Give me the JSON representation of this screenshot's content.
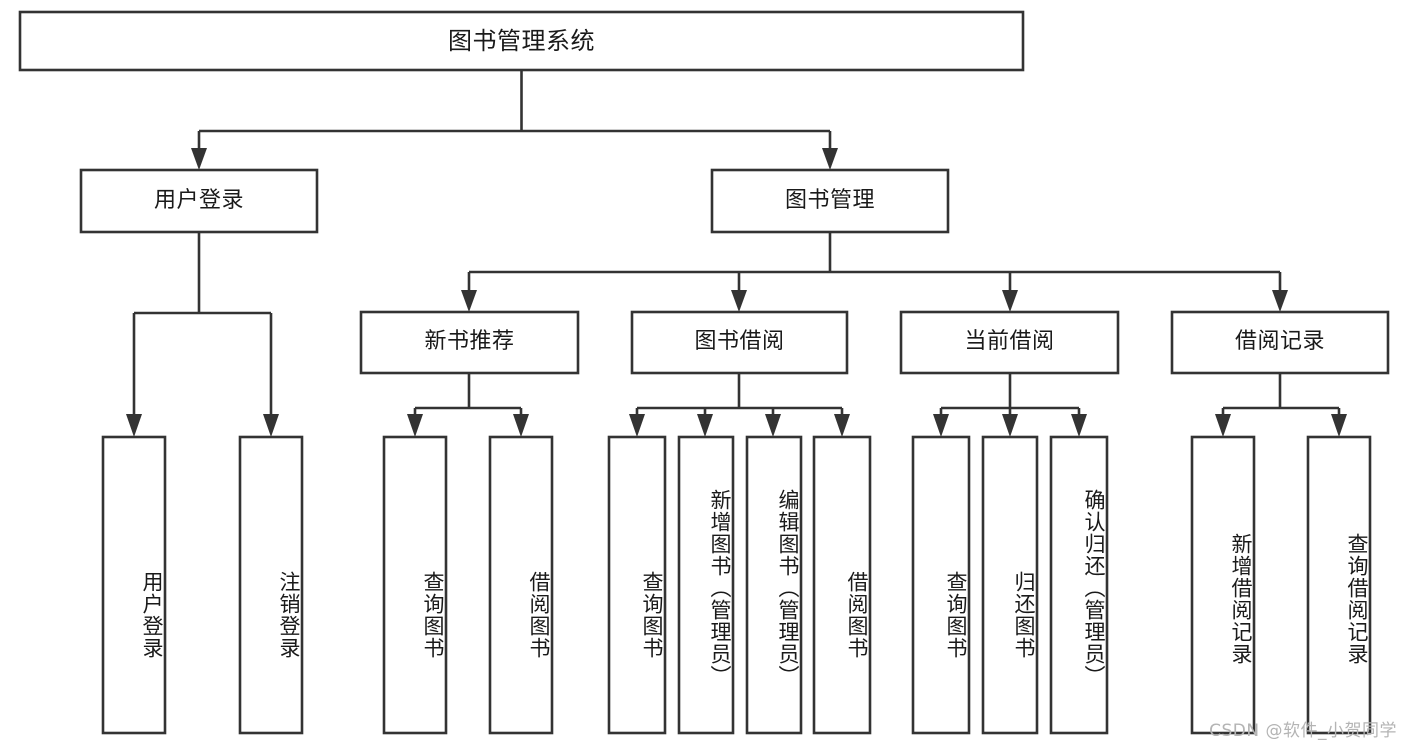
{
  "diagram": {
    "type": "tree-hierarchy",
    "title": "图书管理系统",
    "watermark": "CSDN @软件_小贺同学",
    "colors": {
      "box_stroke": "#333333",
      "box_fill": "#ffffff",
      "text": "#1a1a1a",
      "background": "#ffffff",
      "watermark": "#b4b4b4"
    },
    "levels": {
      "root": {
        "label": "图书管理系统"
      },
      "level2": [
        {
          "label": "用户登录"
        },
        {
          "label": "图书管理"
        }
      ],
      "level3": [
        {
          "label": "新书推荐"
        },
        {
          "label": "图书借阅"
        },
        {
          "label": "当前借阅"
        },
        {
          "label": "借阅记录"
        }
      ],
      "leaves": [
        {
          "label": "用户登录",
          "parent": "用户登录"
        },
        {
          "label": "注销登录",
          "parent": "用户登录"
        },
        {
          "label": "查询图书",
          "parent": "新书推荐"
        },
        {
          "label": "借阅图书",
          "parent": "新书推荐"
        },
        {
          "label": "查询图书",
          "parent": "图书借阅"
        },
        {
          "label": "新增图书（管理员）",
          "parent": "图书借阅"
        },
        {
          "label": "编辑图书（管理员）",
          "parent": "图书借阅"
        },
        {
          "label": "借阅图书",
          "parent": "图书借阅"
        },
        {
          "label": "查询图书",
          "parent": "当前借阅"
        },
        {
          "label": "归还图书",
          "parent": "当前借阅"
        },
        {
          "label": "确认归还（管理员）",
          "parent": "当前借阅"
        },
        {
          "label": "新增借阅记录",
          "parent": "借阅记录"
        },
        {
          "label": "查询借阅记录",
          "parent": "借阅记录"
        }
      ]
    }
  }
}
